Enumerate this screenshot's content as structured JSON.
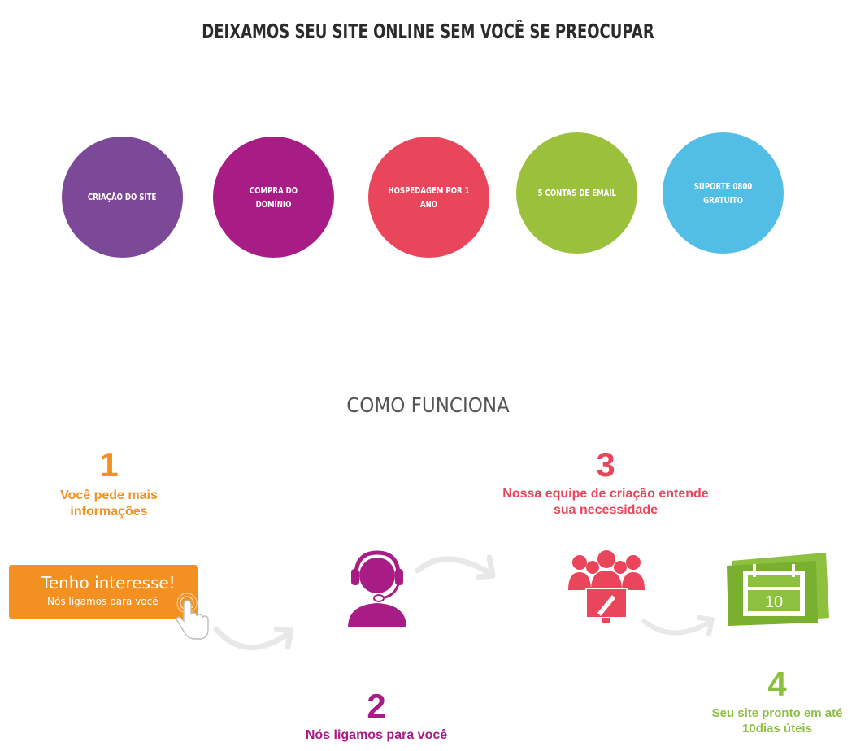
{
  "headline": "DEIXAMOS SEU SITE ONLINE SEM VOCÊ SE PREOCUPAR",
  "features": [
    {
      "label": "CRIAÇÃO DO SITE",
      "color": "#7b4997"
    },
    {
      "label": "COMPRA DO DOMÍNIO",
      "color": "#a81c86"
    },
    {
      "label": "HOSPEDAGEM POR 1 ANO",
      "color": "#e9465b"
    },
    {
      "label": "5 CONTAS DE EMAIL",
      "color": "#9bc03b"
    },
    {
      "label": "SUPORTE 0800 GRATUITO",
      "color": "#53bee5"
    }
  ],
  "how_title": "COMO FUNCIONA",
  "steps": [
    {
      "number": "1",
      "text": "Você pede mais informações",
      "color": "#f29121"
    },
    {
      "number": "2",
      "text": "Nós ligamos para você",
      "color": "#a81c86"
    },
    {
      "number": "3",
      "text": "Nossa equipe de criação entende sua necessidade",
      "color": "#e9465b"
    },
    {
      "number": "4",
      "text": "Seu site pronto em até 10dias úteis",
      "color": "#8dc03f"
    }
  ],
  "cta": {
    "main": "Tenho interesse!",
    "sub": "Nós ligamos para você"
  },
  "calendar_day": "10",
  "icons": [
    "headset-agent-icon",
    "team-design-icon",
    "calendar-icon",
    "pointer-hand-icon",
    "curved-arrow-icon"
  ]
}
